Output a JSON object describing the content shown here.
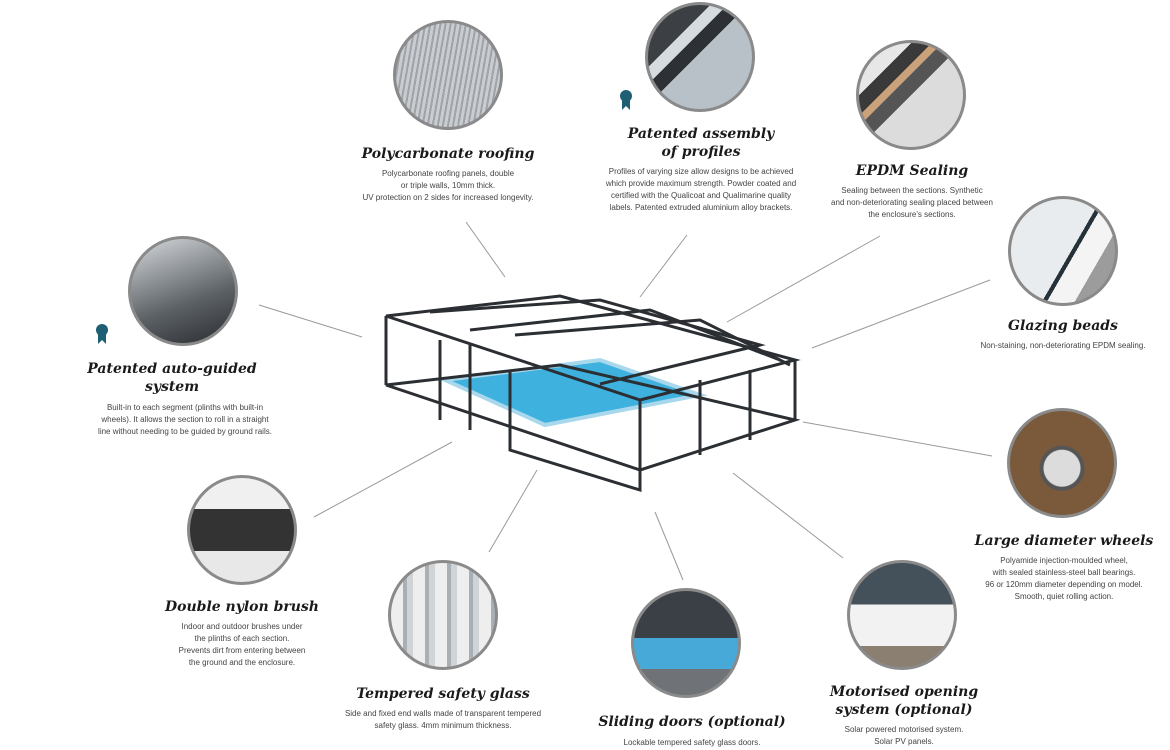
{
  "features": [
    {
      "title": "Polycarbonate roofing",
      "desc": [
        "Polycarbonate roofing panels, double",
        "or triple walls, 10mm thick.",
        "UV protection on 2 sides for increased longevity."
      ]
    },
    {
      "title": [
        "Patented assembly",
        "of profiles"
      ],
      "desc": [
        "Profiles of varying size allow designs to be achieved",
        "which provide maximum strength. Powder coated and",
        "certified with the Qualicoat and Qualimarine quality",
        "labels. Patented extruded aluminium alloy brackets."
      ]
    },
    {
      "title": "EPDM Sealing",
      "desc": [
        "Sealing between the sections. Synthetic",
        "and non-deteriorating sealing placed between",
        "the enclosure's sections."
      ]
    },
    {
      "title": "Glazing beads",
      "desc": [
        "Non-staining, non-deteriorating EPDM sealing."
      ]
    },
    {
      "title": [
        "Patented auto-guided",
        "system"
      ],
      "desc": [
        "Built-in to each segment (plinths with built-in",
        "wheels). It allows the section to roll in a straight",
        "line without needing to be guided by ground rails."
      ]
    },
    {
      "title": "Large diameter wheels",
      "desc": [
        "Polyamide injection-moulded wheel,",
        "with sealed stainless-steel ball bearings.",
        "96 or 120mm diameter depending on model.",
        "Smooth, quiet rolling action."
      ]
    },
    {
      "title": "Double nylon brush",
      "desc": [
        "Indoor and outdoor brushes under",
        "the plinths of each section.",
        "Prevents dirt from entering between",
        "the ground and the enclosure."
      ]
    },
    {
      "title": "Tempered safety glass",
      "desc": [
        "Side and fixed end walls made of transparent tempered",
        "safety glass. 4mm minimum thickness."
      ]
    },
    {
      "title": "Sliding doors (optional)",
      "desc": [
        "Lockable tempered safety glass doors."
      ]
    },
    {
      "title": [
        "Motorised opening",
        "system (optional)"
      ],
      "desc": [
        "Solar powered motorised system.",
        "Solar PV panels."
      ]
    }
  ],
  "colors": {
    "award": "#1f5f73",
    "pool": "#3fb1de",
    "frame": "#2b2f33"
  }
}
